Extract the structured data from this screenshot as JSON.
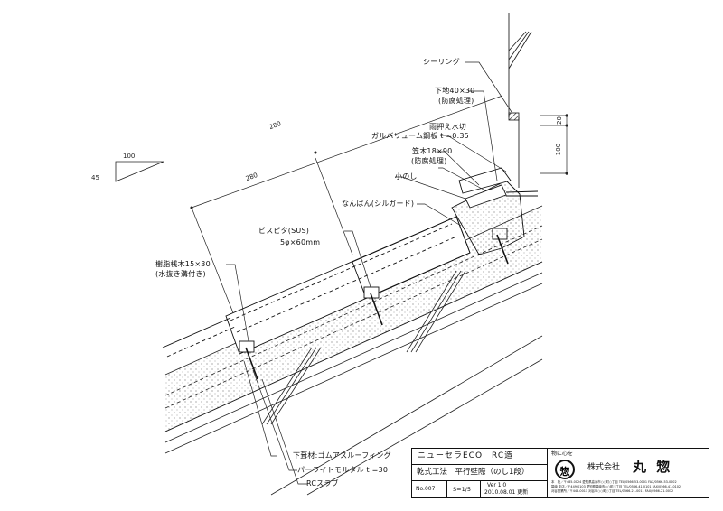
{
  "drawing": {
    "slope_indicator": {
      "run": "100",
      "rise": "45"
    },
    "dimensions": {
      "outer_length": "280",
      "inner_length": "280",
      "vertical_top": "20",
      "vertical_main": "100"
    },
    "callouts": {
      "sealing": "シーリング",
      "base_wood_1": "下地40×30",
      "base_wood_2": "(防腐処理)",
      "flashing": "雨押え水切",
      "galvalume": "ガルバリューム鋼板 t =0.35",
      "kasagi_1": "笠木18×90",
      "kasagi_2": "(防腐処理)",
      "konoshi": "小のし",
      "nanban": "なんばん(シルガード)",
      "screw_1": "ビスピタ(SUS)",
      "screw_2": "5φ×60mm",
      "batten_1": "樹脂桟木15×30",
      "batten_2": "(水抜き溝付き)",
      "underlay": "下葺材:ゴムアスルーフィング",
      "mortar": "パーライトモルタル t =30",
      "slab": "RCスラブ"
    }
  },
  "title_block": {
    "product": "ニューセラECO　RC造",
    "title": "乾式工法　平行壁際（のし1段）",
    "number": "No.007",
    "scale": "S=1/5",
    "version": "Ver 1.0",
    "date": "2010.08.01 更新",
    "company": {
      "slogan": "物に心を",
      "logo_char": "惣",
      "name": "株式会社",
      "brand": "丸 惣",
      "address_lines": [
        "本　社／〒485-0024 愛知県高浜市○○町○丁目 TEL/0566-53-0001 FAX/0566-53-0002",
        "碧南 支店／〒449-0103 愛知県碧南市○○町○丁目 TEL/0566-41-0101 FAX/0566-41-0102",
        "刈谷営業所／〒448-0011 刈谷市○○町○丁目 TEL/0566-21-0011 FAX/0566-21-0012"
      ]
    }
  }
}
